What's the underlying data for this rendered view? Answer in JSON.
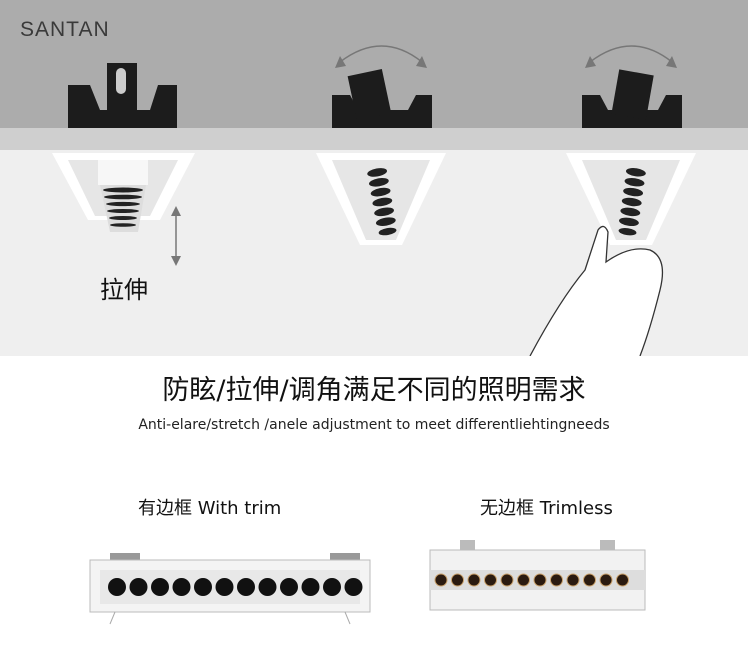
{
  "brand": "SANTAN",
  "stretch_label": "拉伸",
  "title": "防眩/拉伸/调角满足不同的照明需求",
  "subtitle": "Anti-elare/stretch /anele adjustment to meet differentliehtingneeds",
  "products": [
    {
      "label": "有边框 With trim"
    },
    {
      "label": "无边框 Trimless"
    }
  ],
  "colors": {
    "ceiling": "#acacac",
    "strip": "#cfcfcf",
    "wall": "#efefef",
    "fixture": "#1c1c1c"
  }
}
